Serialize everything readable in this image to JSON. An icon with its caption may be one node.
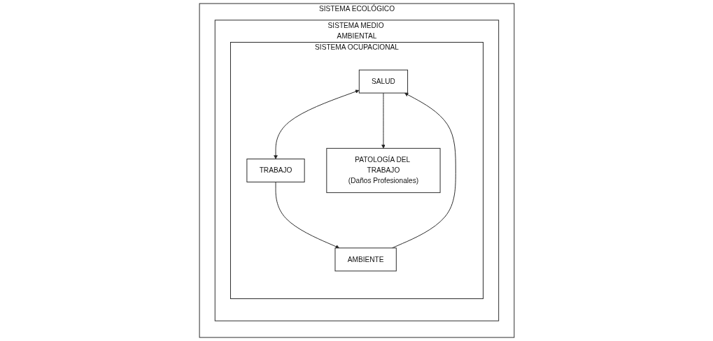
{
  "diagram": {
    "nodes": [
      {
        "text": [
          "SISTEMA ECOLÓGICO"
        ]
      },
      {
        "text": [
          "SISTEMA MEDIO AMBIENTAL"
        ],
        "in": 0
      },
      {
        "text": [
          "SISTEMA OCUPACIONAL"
        ],
        "in": 1
      },
      {
        "text": [
          "SALUD"
        ],
        "in": 2
      },
      {
        "text": [
          "TRABAJO"
        ],
        "in": 2
      },
      {
        "text": [
          "PATOLOGÍA DEL TRABAJO",
          "(Daños Profesionales)"
        ],
        "in": 2
      },
      {
        "text": [
          "AMBIENTE"
        ],
        "in": 2
      }
    ],
    "edges": [
      {
        "from": 3,
        "to": 4,
        "arrow": "both"
      },
      {
        "from": 3,
        "to": 5,
        "arrow": "to"
      },
      {
        "from": 4,
        "to": 6,
        "arrow": "to"
      },
      {
        "from": 6,
        "to": 3,
        "arrow": "to"
      }
    ]
  }
}
